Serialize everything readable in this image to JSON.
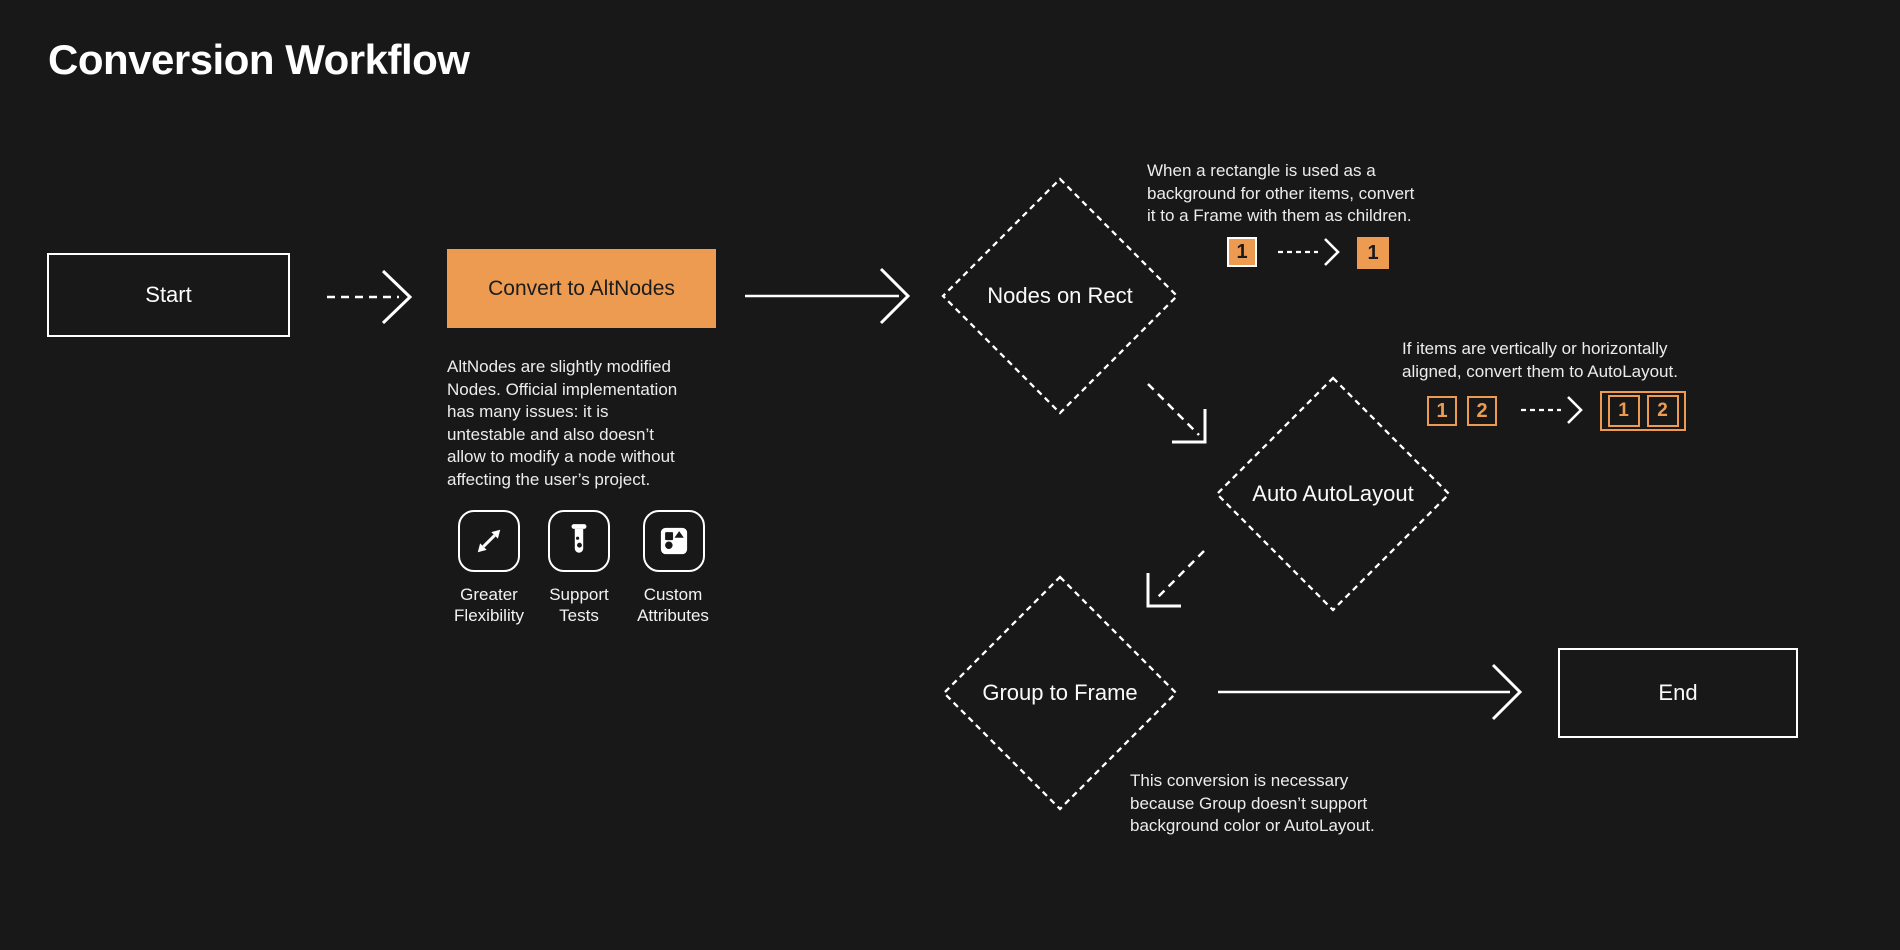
{
  "title": "Conversion Workflow",
  "colors": {
    "background": "#181818",
    "accent": "#EE9B52",
    "stroke": "#FFFFFF",
    "text": "#ECECEC",
    "dark_text_on_accent": "#1C1C1C"
  },
  "nodes": {
    "start": "Start",
    "convert": "Convert to AltNodes",
    "nodes_on_rect": "Nodes on Rect",
    "auto_autolayout": "Auto AutoLayout",
    "group_to_frame": "Group to Frame",
    "end": "End"
  },
  "convert_description": [
    "AltNodes are slightly modified",
    "Nodes. Official implementation",
    "has many issues: it is",
    "untestable and also doesn’t",
    "allow to modify a node without",
    "affecting the user’s project."
  ],
  "features": [
    {
      "icon": "expand-diagonal-arrows-icon",
      "label": "Greater Flexibility"
    },
    {
      "icon": "test-tube-icon",
      "label": "Support Tests"
    },
    {
      "icon": "shapes-icon",
      "label": "Custom Attributes"
    }
  ],
  "annotations": {
    "nodes_on_rect": [
      "When a rectangle is used as a",
      "background for other items, convert",
      "it to a Frame with them as children."
    ],
    "auto_autolayout": [
      "If items are vertically or horizontally",
      "aligned, convert them to AutoLayout."
    ],
    "group_to_frame": [
      "This conversion is necessary",
      "because Group doesn’t support",
      "background color or AutoLayout."
    ]
  },
  "chips": {
    "rect_before": "1",
    "rect_after": "1",
    "align_before": [
      "1",
      "2"
    ],
    "align_after": [
      "1",
      "2"
    ]
  }
}
